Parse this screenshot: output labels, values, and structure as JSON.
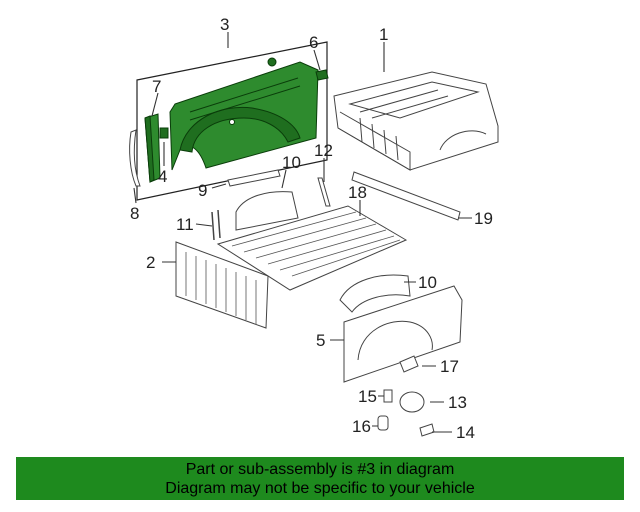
{
  "callouts": {
    "c1": "1",
    "c2": "2",
    "c3": "3",
    "c4": "4",
    "c5": "5",
    "c6": "6",
    "c7": "7",
    "c8": "8",
    "c9": "9",
    "c10a": "10",
    "c10b": "10",
    "c11": "11",
    "c12": "12",
    "c13": "13",
    "c14": "14",
    "c15": "15",
    "c16": "16",
    "c17": "17",
    "c18": "18",
    "c19": "19"
  },
  "banner": {
    "line1": "Part or sub-assembly is #3 in diagram",
    "line2": "Diagram may not be specific to your vehicle"
  },
  "colors": {
    "highlight": "#2e8b2e",
    "banner_bg": "#1e8a1e"
  }
}
